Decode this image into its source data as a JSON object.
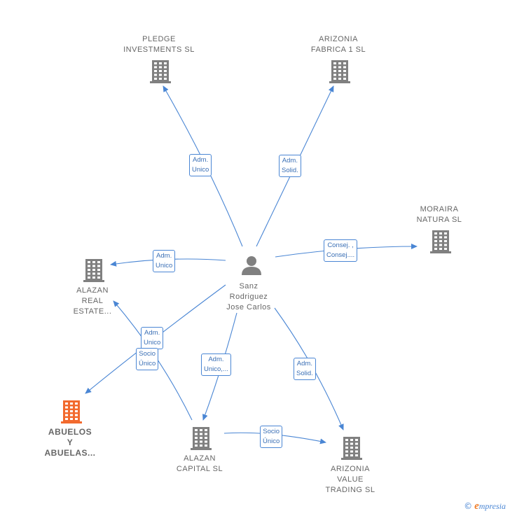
{
  "person": {
    "name": "Sanz\nRodriguez\nJose Carlos",
    "icon": "person-icon"
  },
  "companies": [
    {
      "id": "pledge",
      "name": "PLEDGE\nINVESTMENTS SL",
      "icon": "building-icon",
      "highlight": false
    },
    {
      "id": "arizonia_fabrica",
      "name": "ARIZONIA\nFABRICA 1  SL",
      "icon": "building-icon",
      "highlight": false
    },
    {
      "id": "moraira",
      "name": "MORAIRA\nNATURA  SL",
      "icon": "building-icon",
      "highlight": false
    },
    {
      "id": "alazan_real",
      "name": "ALAZAN\nREAL\nESTATE...",
      "icon": "building-icon",
      "highlight": false
    },
    {
      "id": "abuelos",
      "name": "ABUELOS\nY\nABUELAS...",
      "icon": "building-icon",
      "highlight": true
    },
    {
      "id": "alazan_capital",
      "name": "ALAZAN\nCAPITAL  SL",
      "icon": "building-icon",
      "highlight": false
    },
    {
      "id": "arizonia_value",
      "name": "ARIZONIA\nVALUE\nTRADING  SL",
      "icon": "building-icon",
      "highlight": false
    }
  ],
  "relations": [
    {
      "from": "person",
      "to": "pledge",
      "label": "Adm.\nUnico"
    },
    {
      "from": "person",
      "to": "arizonia_fabrica",
      "label": "Adm.\nSolid."
    },
    {
      "from": "person",
      "to": "moraira",
      "label": "Consej. ,\nConsej...."
    },
    {
      "from": "person",
      "to": "alazan_real",
      "label": "Adm.\nUnico"
    },
    {
      "from": "person",
      "to": "abuelos",
      "label": "Adm.\nUnico"
    },
    {
      "from": "alazan_capital",
      "to": "alazan_real",
      "label": "Socio\nÚnico"
    },
    {
      "from": "person",
      "to": "alazan_capital",
      "label": "Adm.\nUnico,..."
    },
    {
      "from": "person",
      "to": "arizonia_value",
      "label": "Adm.\nSolid."
    },
    {
      "from": "alazan_capital",
      "to": "arizonia_value",
      "label": "Socio\nÚnico"
    }
  ],
  "colors": {
    "edge": "#4a86d4",
    "node": "#808080",
    "highlight": "#f26a2e",
    "person": "#808080"
  },
  "brand": {
    "copyright": "©",
    "initial": "e",
    "name": "mpresia"
  }
}
